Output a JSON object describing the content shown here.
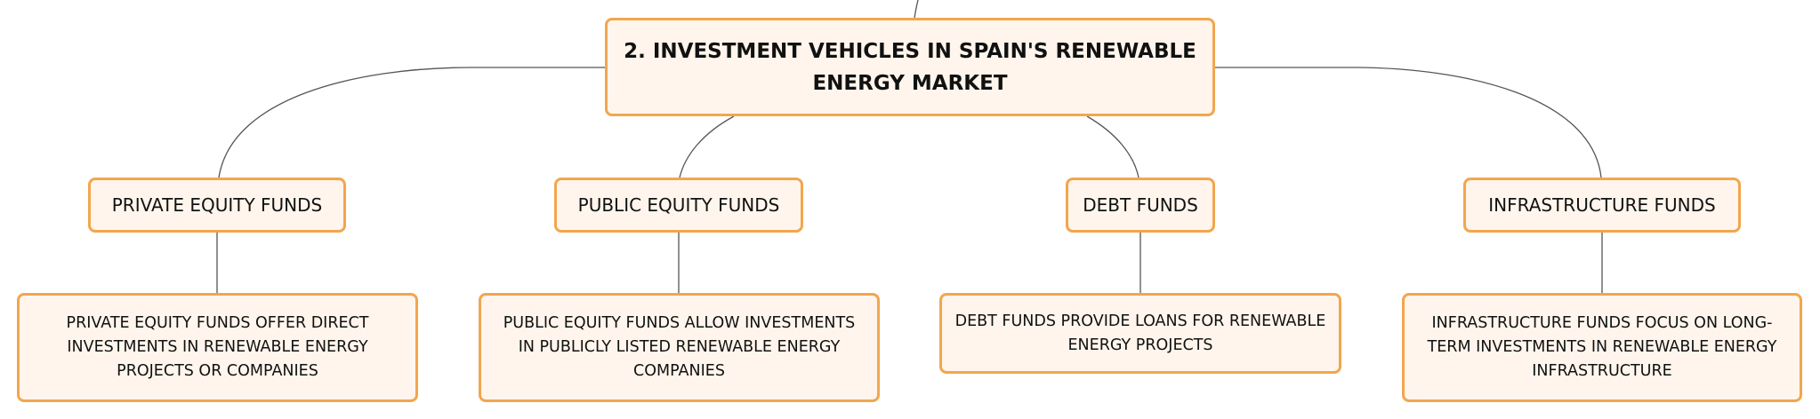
{
  "root": {
    "label": "2. INVESTMENT VEHICLES IN SPAIN'S RENEWABLE ENERGY MARKET"
  },
  "categories": [
    {
      "label": "PRIVATE EQUITY FUNDS",
      "detail": "PRIVATE EQUITY FUNDS OFFER DIRECT INVESTMENTS IN RENEWABLE ENERGY PROJECTS OR COMPANIES"
    },
    {
      "label": "PUBLIC EQUITY FUNDS",
      "detail": "PUBLIC EQUITY FUNDS ALLOW INVESTMENTS IN PUBLICLY LISTED RENEWABLE ENERGY COMPANIES"
    },
    {
      "label": "DEBT FUNDS",
      "detail": "DEBT FUNDS PROVIDE LOANS FOR RENEWABLE ENERGY PROJECTS"
    },
    {
      "label": "INFRASTRUCTURE FUNDS",
      "detail": "INFRASTRUCTURE FUNDS FOCUS ON LONG-TERM INVESTMENTS IN RENEWABLE ENERGY INFRASTRUCTURE"
    }
  ],
  "colors": {
    "node_fill": "#fff5ec",
    "node_border": "#f2a64e",
    "line": "#555555"
  }
}
